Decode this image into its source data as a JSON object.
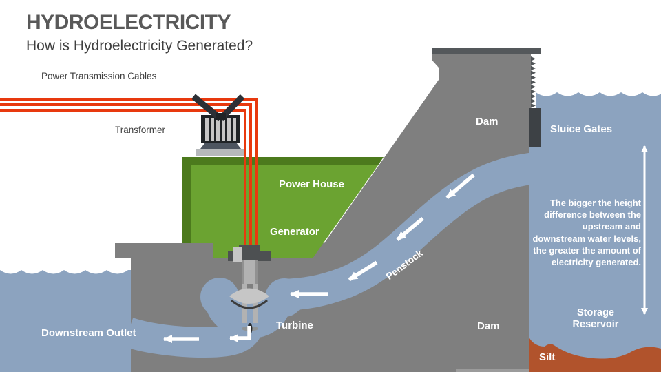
{
  "slide": {
    "title": "HYDROELECTRICITY",
    "subtitle": "How is Hydroelectricity Generated?"
  },
  "labels": {
    "power_transmission_cables": "Power Transmission Cables",
    "transformer": "Transformer",
    "power_house": "Power House",
    "generator": "Generator",
    "dam_upper": "Dam",
    "sluice_gates": "Sluice Gates",
    "penstock": "Penstock",
    "turbine": "Turbine",
    "downstream_outlet": "Downstream Outlet",
    "dam_lower": "Dam",
    "storage_reservoir": "Storage Reservoir",
    "silt": "Silt"
  },
  "note": "The bigger the height difference between the upstream and downstream water levels, the greater the amount of electricity generated.",
  "colors": {
    "title": "#595959",
    "ink": "#404040",
    "water": "#8CA3BF",
    "dam_gray": "#7F7F7F",
    "dark_gray": "#54585B",
    "sluice_dark": "#3D4145",
    "green": "#6BA331",
    "dark_green": "#4C7A1D",
    "cable_red": "#E8390E",
    "silt": "#B1532C",
    "machine_light": "#C6C6C6",
    "machine_mid": "#B2B2B2",
    "machine_dark": "#4D5052",
    "arrow_white": "#FFFFFF"
  }
}
